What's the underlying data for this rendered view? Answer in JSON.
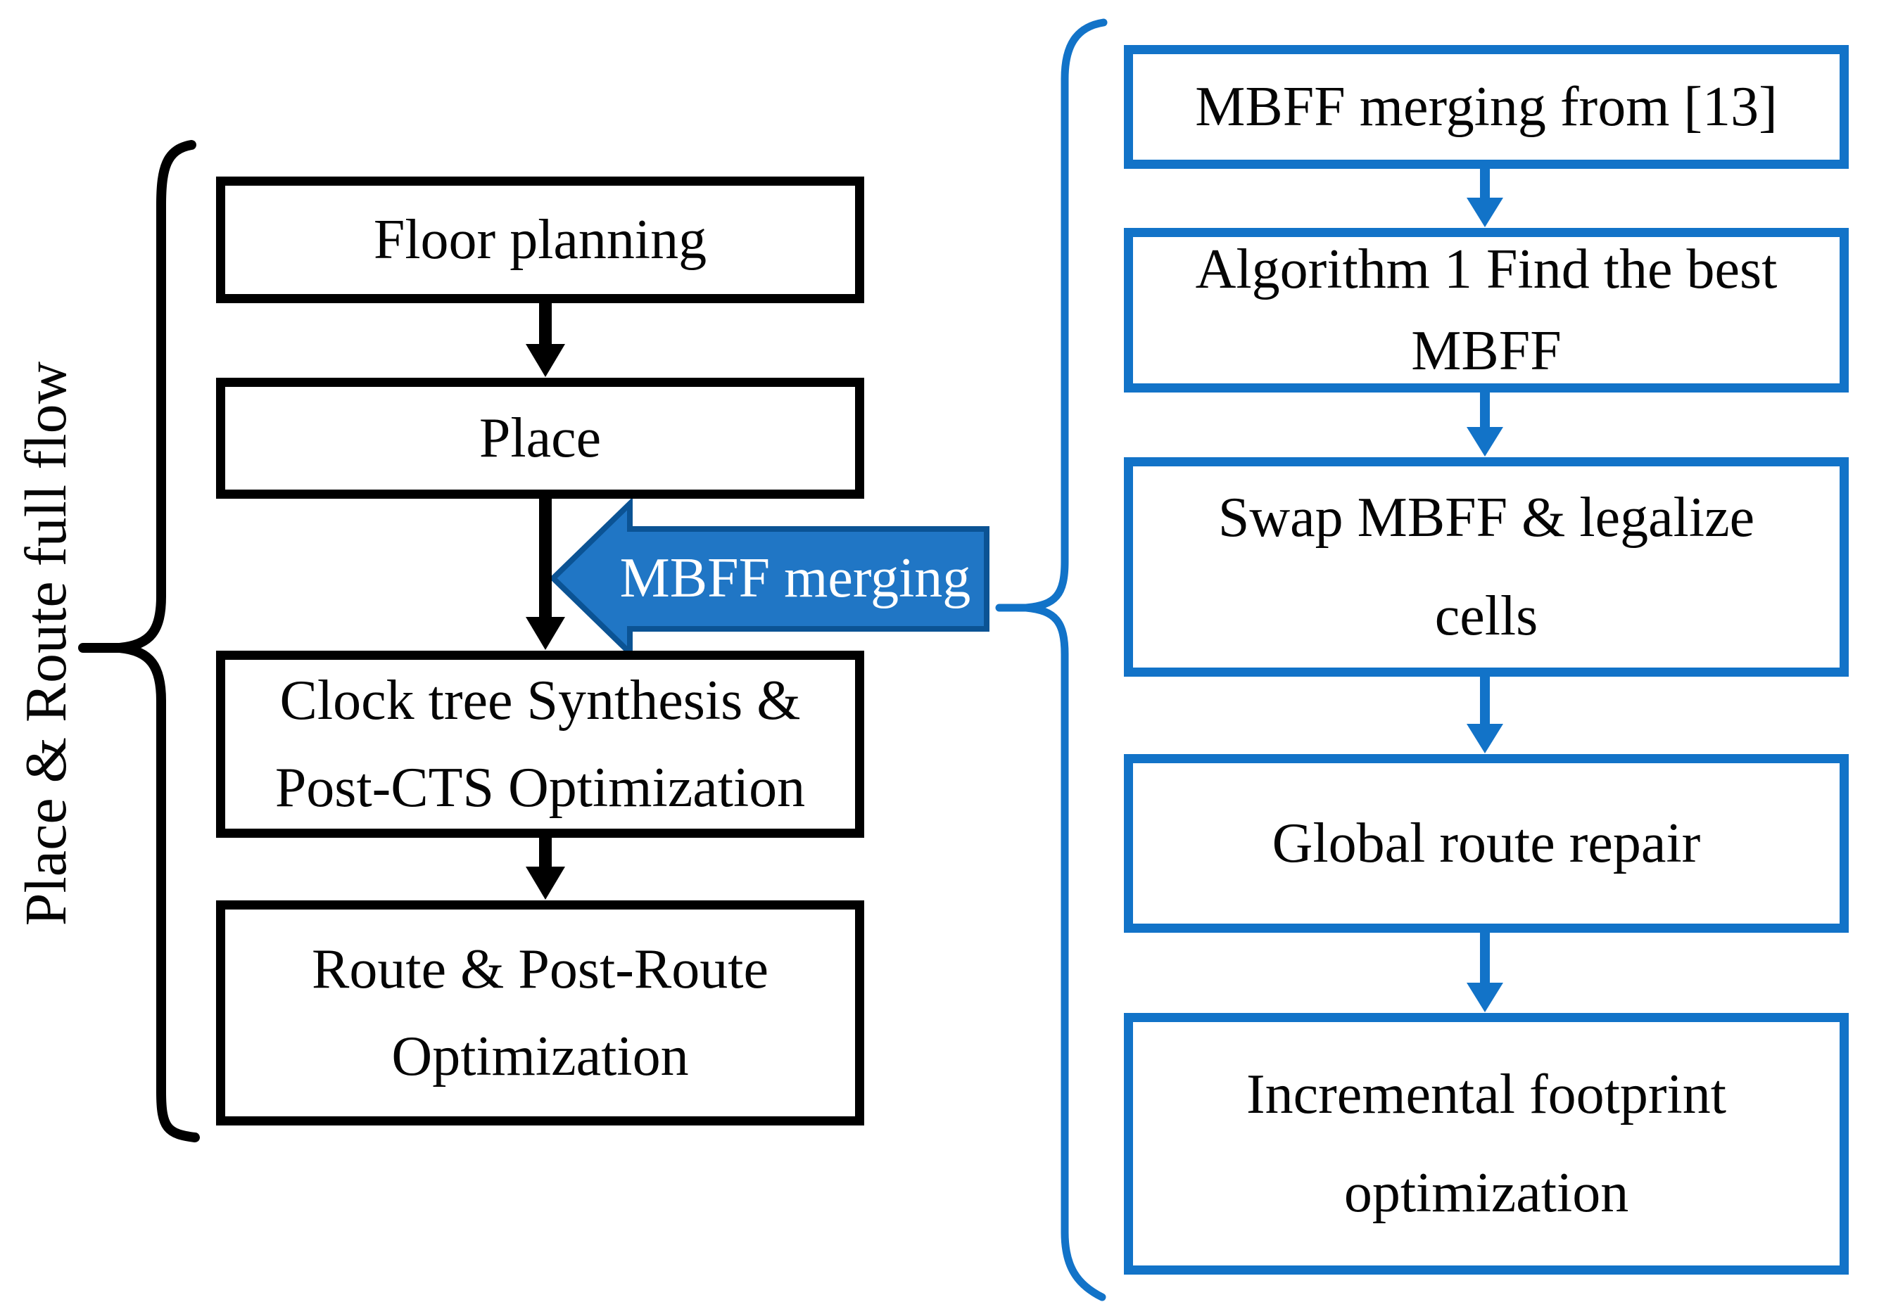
{
  "left_flow": {
    "brace_label": "Place & Route full flow",
    "boxes": [
      {
        "lines": [
          "Floor planning"
        ]
      },
      {
        "lines": [
          "Place"
        ]
      },
      {
        "lines": [
          "Clock tree Synthesis &",
          "Post-CTS Optimization"
        ]
      },
      {
        "lines": [
          "Route & Post-Route",
          "Optimization"
        ]
      }
    ]
  },
  "connector": {
    "label": "MBFF merging"
  },
  "right_flow": {
    "boxes": [
      {
        "lines": [
          "MBFF merging from [13]"
        ]
      },
      {
        "lines": [
          "Algorithm 1 Find the best",
          "MBFF"
        ]
      },
      {
        "lines": [
          "Swap MBFF & legalize",
          "cells"
        ]
      },
      {
        "lines": [
          "Global route repair"
        ]
      },
      {
        "lines": [
          "Incremental footprint",
          "optimization"
        ]
      }
    ]
  },
  "colors": {
    "accent_blue": "#1273C8",
    "connector_fill": "#2076C5",
    "connector_border": "#0B5394",
    "box_border_black": "#000000",
    "text_black": "#050505",
    "connector_text": "#FFFFFF"
  }
}
